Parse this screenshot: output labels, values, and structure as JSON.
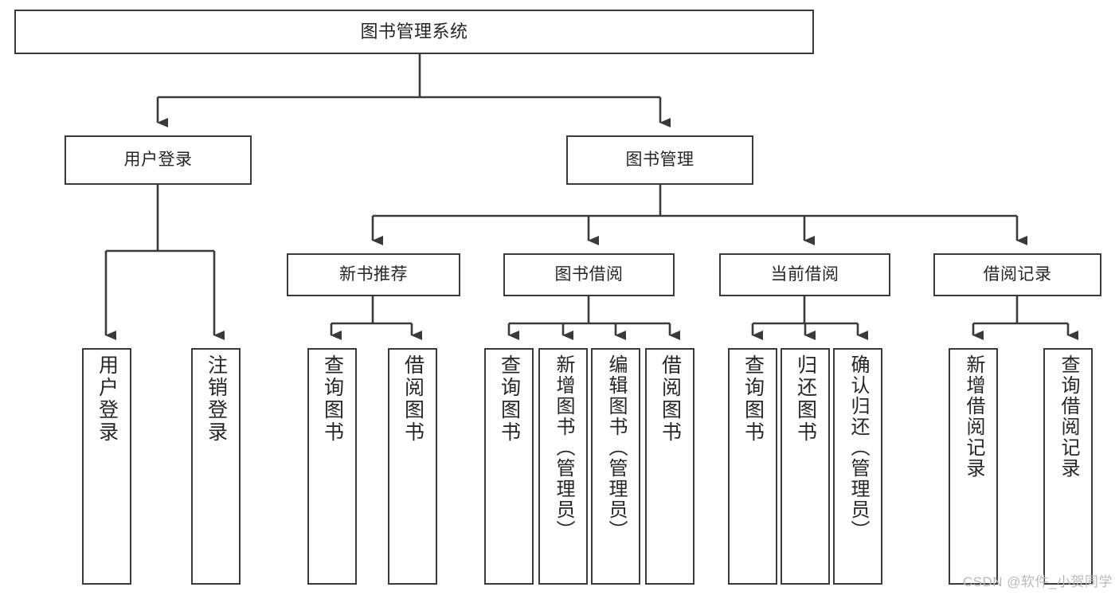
{
  "diagram": {
    "type": "tree-hierarchy",
    "title": "图书管理系统",
    "watermark": "CSDN @软件_小贺同学",
    "colors": {
      "stroke": "#3a3a3a",
      "fill": "#ffffff",
      "text": "#262626",
      "watermark": "#b9b9b9"
    },
    "nodes": {
      "root": {
        "label": "图书管理系统",
        "level": 1,
        "orientation": "horizontal"
      },
      "l2": [
        {
          "label": "用户登录",
          "level": 2,
          "orientation": "horizontal"
        },
        {
          "label": "图书管理",
          "level": 2,
          "orientation": "horizontal"
        }
      ],
      "l3": [
        {
          "label": "新书推荐",
          "level": 3,
          "orientation": "horizontal"
        },
        {
          "label": "图书借阅",
          "level": 3,
          "orientation": "horizontal"
        },
        {
          "label": "当前借阅",
          "level": 3,
          "orientation": "horizontal"
        },
        {
          "label": "借阅记录",
          "level": 3,
          "orientation": "horizontal"
        }
      ],
      "leaves": {
        "user_login": [
          {
            "label": "用户登录",
            "orientation": "vertical"
          },
          {
            "label": "注销登录",
            "orientation": "vertical"
          }
        ],
        "new_book_recommend": [
          {
            "label": "查询图书",
            "orientation": "vertical"
          },
          {
            "label": "借阅图书",
            "orientation": "vertical"
          }
        ],
        "book_borrow": [
          {
            "label": "查询图书",
            "orientation": "vertical"
          },
          {
            "label": "新增图书（管理员）",
            "orientation": "vertical"
          },
          {
            "label": "编辑图书（管理员）",
            "orientation": "vertical"
          },
          {
            "label": "借阅图书",
            "orientation": "vertical"
          }
        ],
        "current_borrow": [
          {
            "label": "查询图书",
            "orientation": "vertical"
          },
          {
            "label": "归还图书",
            "orientation": "vertical"
          },
          {
            "label": "确认归还（管理员）",
            "orientation": "vertical"
          }
        ],
        "borrow_record": [
          {
            "label": "新增借阅记录",
            "orientation": "vertical"
          },
          {
            "label": "查询借阅记录",
            "orientation": "vertical"
          }
        ]
      }
    }
  }
}
